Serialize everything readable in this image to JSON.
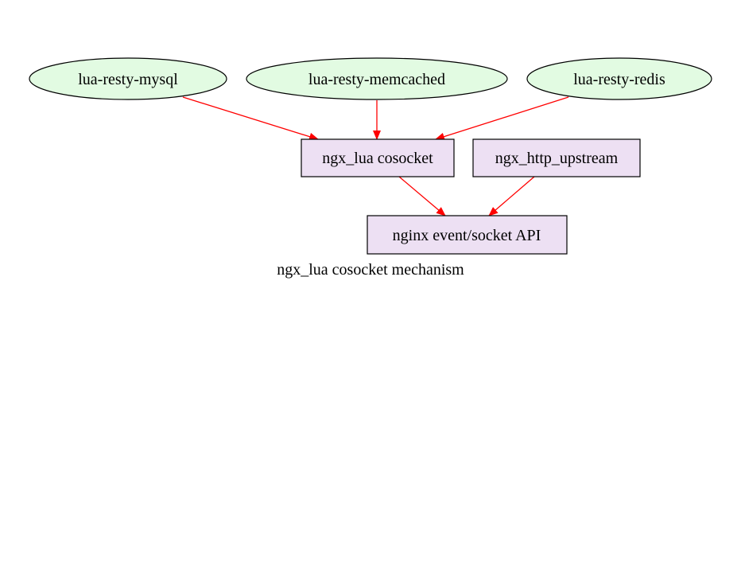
{
  "diagram": {
    "caption": "ngx_lua cosocket mechanism",
    "colors": {
      "ellipse_fill": "#e2fbe2",
      "box_fill": "#ede0f3",
      "edge": "#ff0000",
      "stroke": "#000000"
    },
    "nodes": {
      "mysql": {
        "label": "lua-resty-mysql",
        "shape": "ellipse"
      },
      "memcached": {
        "label": "lua-resty-memcached",
        "shape": "ellipse"
      },
      "redis": {
        "label": "lua-resty-redis",
        "shape": "ellipse"
      },
      "cosocket": {
        "label": "ngx_lua cosocket",
        "shape": "box"
      },
      "upstream": {
        "label": "ngx_http_upstream",
        "shape": "box"
      },
      "nginx": {
        "label": "nginx event/socket API",
        "shape": "box"
      }
    },
    "edges": [
      {
        "from": "mysql",
        "to": "cosocket"
      },
      {
        "from": "memcached",
        "to": "cosocket"
      },
      {
        "from": "redis",
        "to": "cosocket"
      },
      {
        "from": "cosocket",
        "to": "nginx"
      },
      {
        "from": "upstream",
        "to": "nginx"
      }
    ]
  }
}
